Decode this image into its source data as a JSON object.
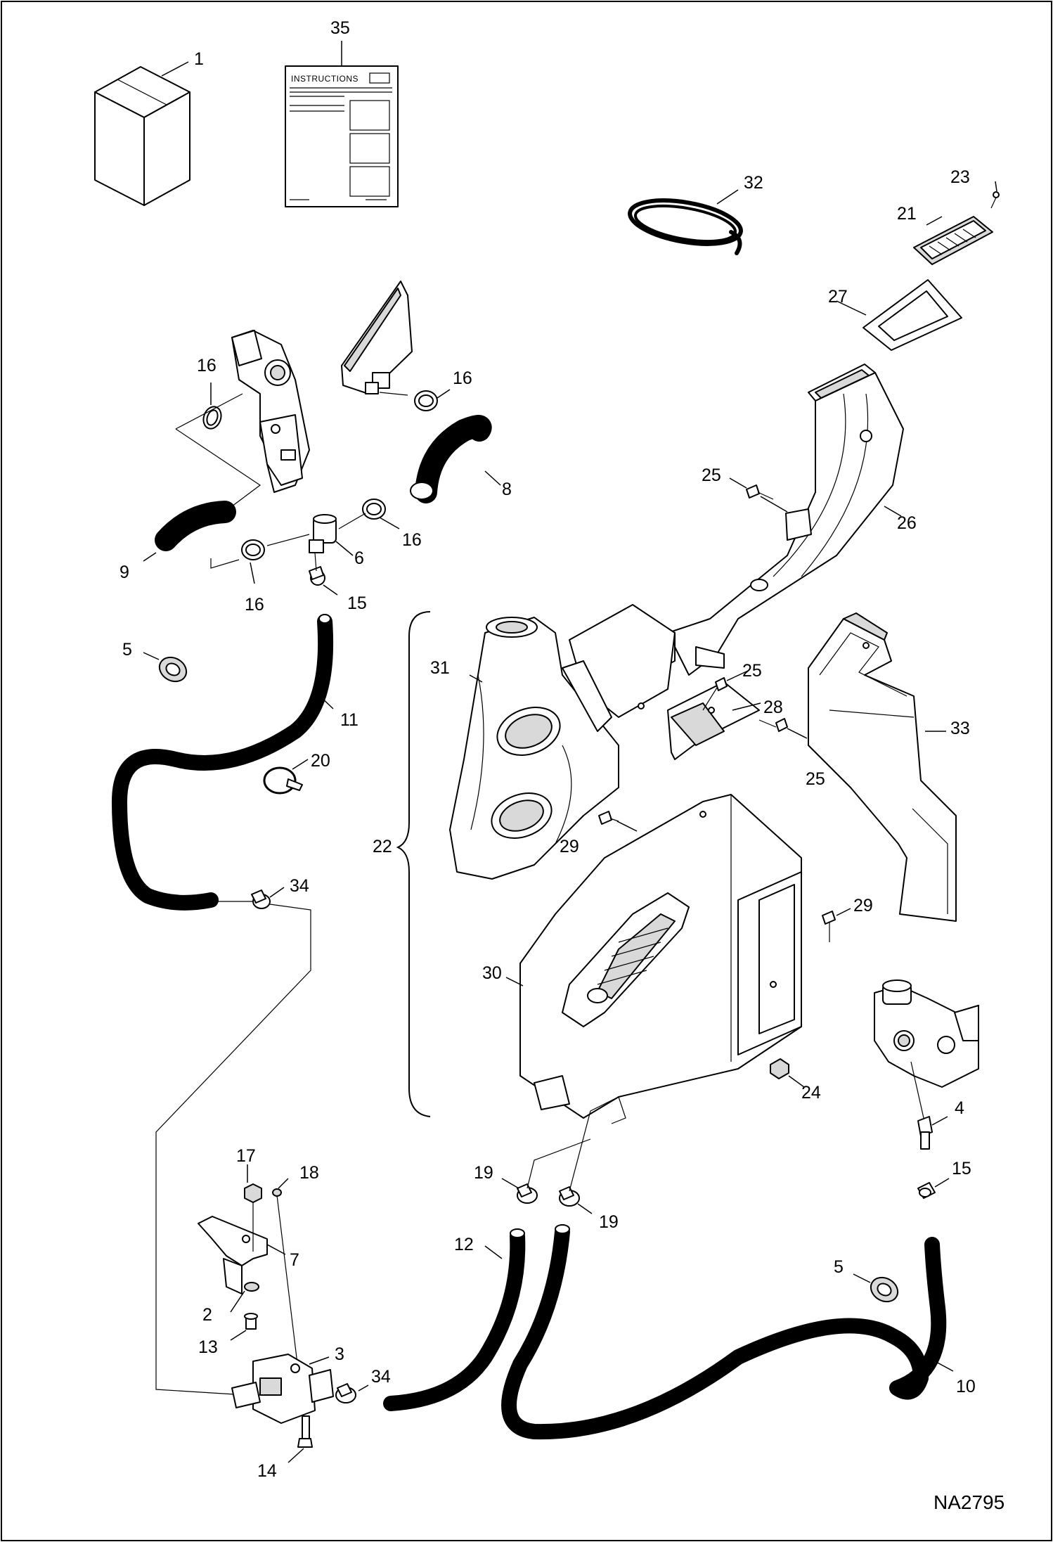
{
  "diagram": {
    "figure_id": "NA2795",
    "instructions_title": "INSTRUCTIONS",
    "callouts": {
      "c1": "1",
      "c2": "2",
      "c3": "3",
      "c4": "4",
      "c5a": "5",
      "c5b": "5",
      "c6": "6",
      "c7": "7",
      "c8": "8",
      "c9": "9",
      "c10": "10",
      "c11": "11",
      "c12": "12",
      "c13": "13",
      "c14": "14",
      "c15a": "15",
      "c15b": "15",
      "c16a": "16",
      "c16b": "16",
      "c16c": "16",
      "c16d": "16",
      "c17": "17",
      "c18": "18",
      "c19a": "19",
      "c19b": "19",
      "c20": "20",
      "c21": "21",
      "c22": "22",
      "c23": "23",
      "c24": "24",
      "c25a": "25",
      "c25b": "25",
      "c25c": "25",
      "c26": "26",
      "c27": "27",
      "c28": "28",
      "c29a": "29",
      "c29b": "29",
      "c30": "30",
      "c31": "31",
      "c32": "32",
      "c33": "33",
      "c34a": "34",
      "c34b": "34",
      "c35": "35"
    }
  }
}
